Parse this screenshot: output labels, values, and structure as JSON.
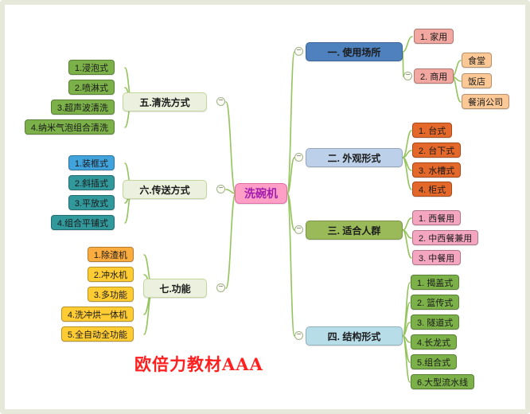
{
  "root": {
    "label": "洗碗机"
  },
  "right_branches": [
    {
      "label": "一. 使用场所",
      "children": [
        {
          "label": "1. 家用"
        },
        {
          "label": "2. 商用",
          "children": [
            {
              "label": "食堂"
            },
            {
              "label": "饭店"
            },
            {
              "label": "餐消公司"
            }
          ]
        }
      ]
    },
    {
      "label": "二. 外观形式",
      "children": [
        {
          "label": "1. 台式"
        },
        {
          "label": "2. 台下式"
        },
        {
          "label": "3. 水槽式"
        },
        {
          "label": "4. 柜式"
        }
      ]
    },
    {
      "label": "三. 适合人群",
      "children": [
        {
          "label": "1. 西餐用"
        },
        {
          "label": "2. 中西餐兼用"
        },
        {
          "label": "3. 中餐用"
        }
      ]
    },
    {
      "label": "四. 结构形式",
      "children": [
        {
          "label": "1. 揭盖式"
        },
        {
          "label": "2. 篮传式"
        },
        {
          "label": "3. 隧道式"
        },
        {
          "label": "4.长龙式"
        },
        {
          "label": "5.组合式"
        },
        {
          "label": "6.大型流水线"
        }
      ]
    }
  ],
  "left_branches": [
    {
      "label": "五.清洗方式",
      "children": [
        {
          "label": "1.浸泡式"
        },
        {
          "label": "2.喷淋式"
        },
        {
          "label": "3.超声波清洗"
        },
        {
          "label": "4.纳米气泡组合清洗"
        }
      ]
    },
    {
      "label": "六.传送方式",
      "children": [
        {
          "label": "1.装框式"
        },
        {
          "label": "2.斜插式"
        },
        {
          "label": "3.平放式"
        },
        {
          "label": "4.组合平铺式"
        }
      ]
    },
    {
      "label": "七.功能",
      "children": [
        {
          "label": "1.除渣机"
        },
        {
          "label": "2.冲水机"
        },
        {
          "label": "3.多功能"
        },
        {
          "label": "4.洗冲烘一体机"
        },
        {
          "label": "5.全自动全功能"
        }
      ]
    }
  ],
  "watermark": "欧倍力教材AAA",
  "palette": {
    "link": "#94C45C",
    "frame": "#E6E9DA",
    "root_bg": "#FF9FC6",
    "root_text": "#A21CAF",
    "branch_usage_bg": "#4E81BD",
    "branch_appearance_bg": "#BDD0E9",
    "branch_users_bg": "#9ABA59",
    "branch_structure_bg": "#B7DDE8",
    "left_branch_bg": "#EBF1DE",
    "salmon": "#F2A7A0",
    "peach": "#FBC896",
    "orange_red": "#E4682A",
    "rose": "#F4A6C0",
    "green": "#7CB14A",
    "sky_blue": "#41A3DC",
    "teal": "#31989B",
    "orange": "#FBAC3F",
    "yellow": "#FFCC33",
    "watermark_text": "#FF1F1F"
  }
}
